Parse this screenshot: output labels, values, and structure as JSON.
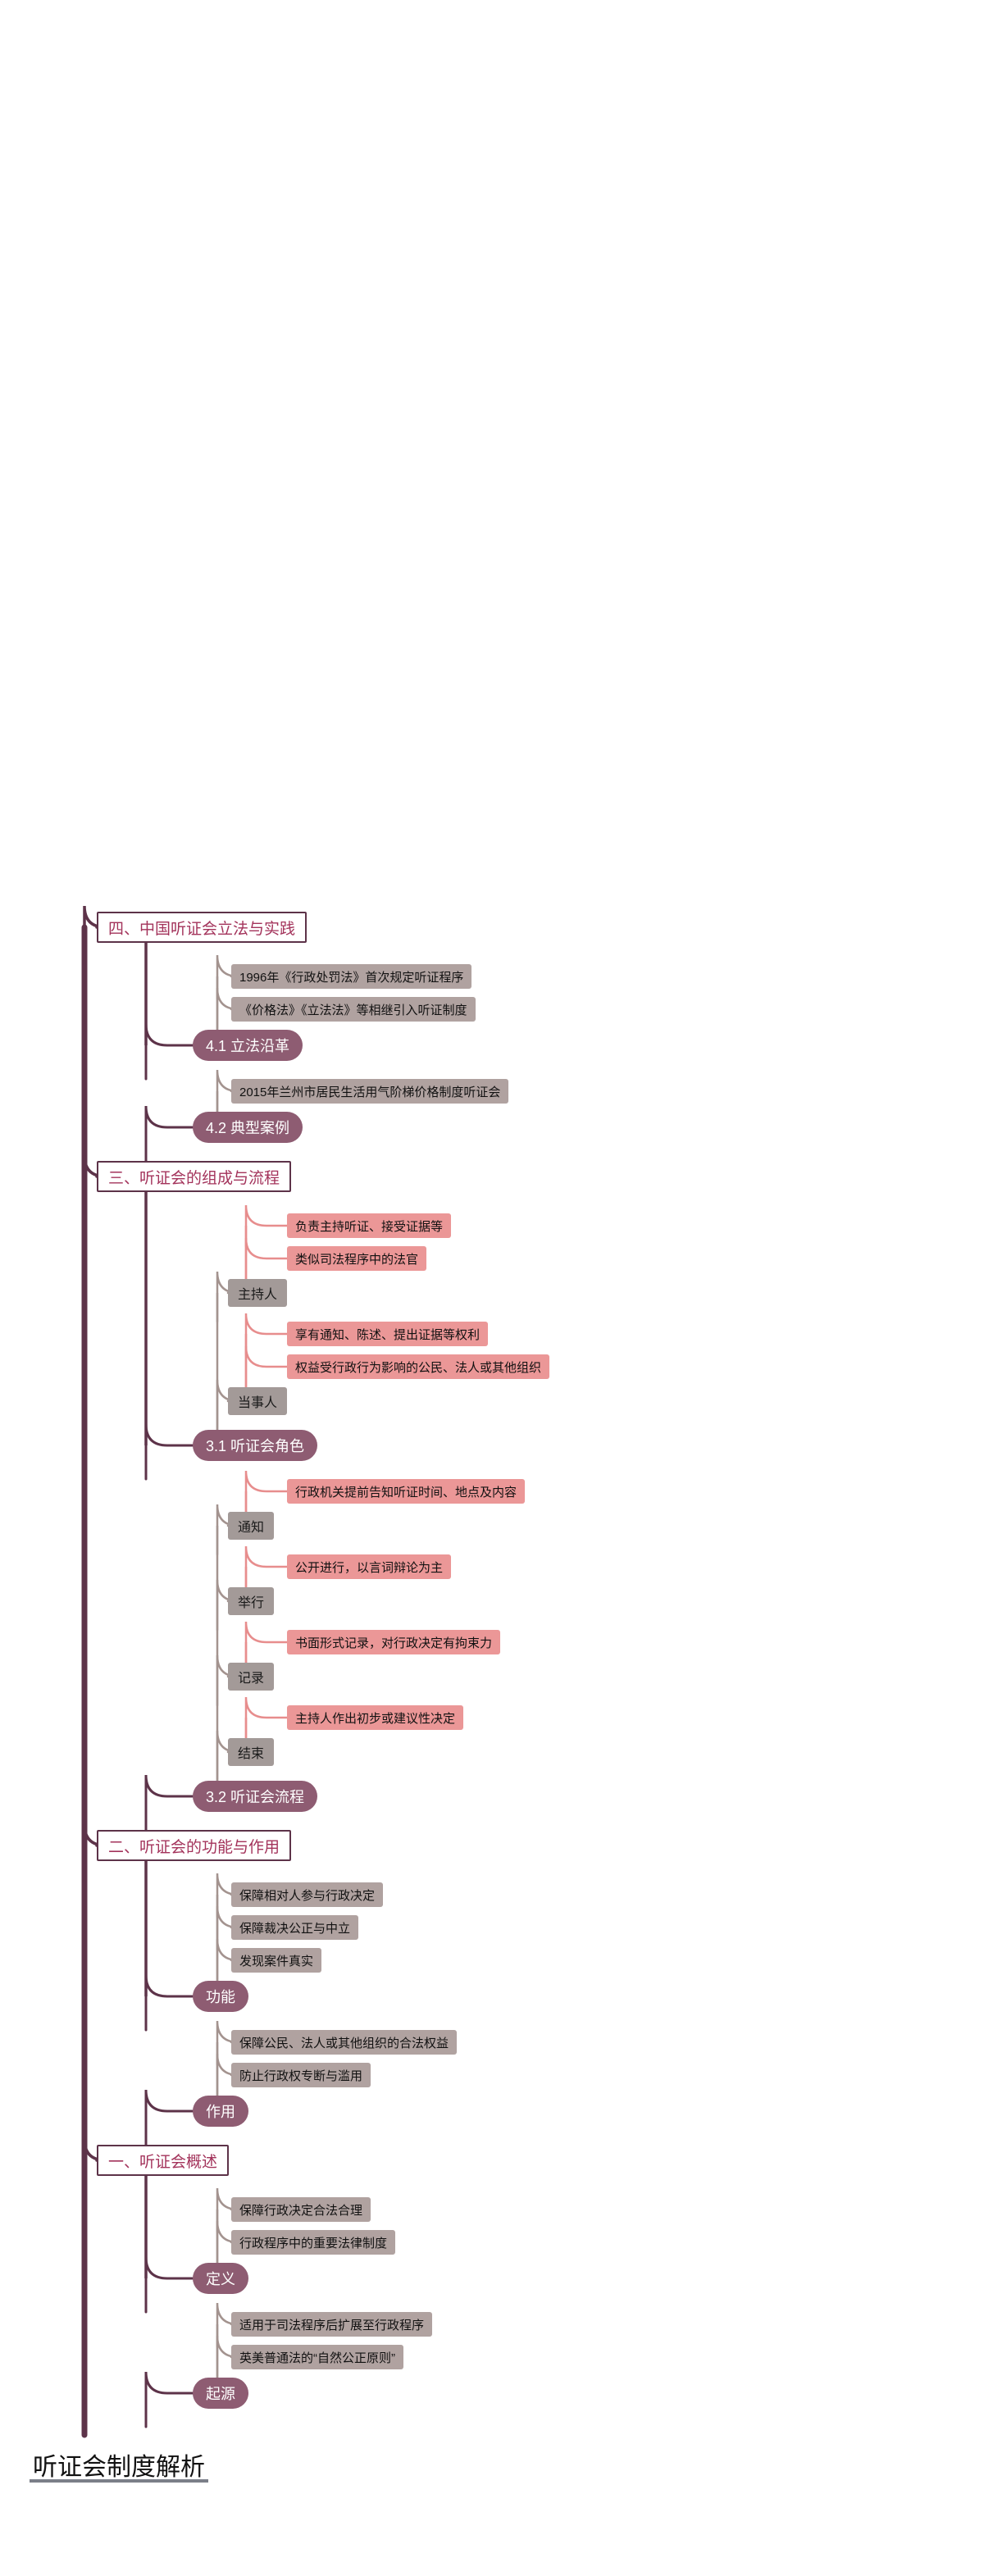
{
  "title": "听证会制度解析",
  "palette": {
    "trunk": "#5d3349",
    "section_border": "#5d3349",
    "section_text": "#a3335b",
    "pill_bg": "#8e5c72",
    "gray_bg": "#a39a98",
    "leaf_mauve_bg": "#b0a2a0",
    "leaf_pink_bg": "#eb9797",
    "link_mauve": "#a3938f",
    "link_pink": "#e78d8d",
    "title_underline": "#7b7f89",
    "background": "#ffffff"
  },
  "root": {
    "label": "听证会制度解析"
  },
  "sections": [
    {
      "label": "一、听证会概述",
      "branches": [
        {
          "label": "定义",
          "leaves": [
            "保障行政决定合法合理",
            "行政程序中的重要法律制度"
          ]
        },
        {
          "label": "起源",
          "leaves": [
            "适用于司法程序后扩展至行政程序",
            "英美普通法的“自然公正原则”"
          ]
        }
      ]
    },
    {
      "label": "二、听证会的功能与作用",
      "branches": [
        {
          "label": "功能",
          "leaves": [
            "保障相对人参与行政决定",
            "保障裁决公正与中立",
            "发现案件真实"
          ]
        },
        {
          "label": "作用",
          "leaves": [
            "保障公民、法人或其他组织的合法权益",
            "防止行政权专断与滥用"
          ]
        }
      ]
    },
    {
      "label": "三、听证会的组成与流程",
      "branches": [
        {
          "label": "3.1 听证会角色",
          "subs": [
            {
              "label": "主持人",
              "leaves": [
                "负责主持听证、接受证据等",
                "类似司法程序中的法官"
              ]
            },
            {
              "label": "当事人",
              "leaves": [
                "享有通知、陈述、提出证据等权利",
                "权益受行政行为影响的公民、法人或其他组织"
              ]
            }
          ]
        },
        {
          "label": "3.2 听证会流程",
          "subs": [
            {
              "label": "通知",
              "leaves": [
                "行政机关提前告知听证时间、地点及内容"
              ]
            },
            {
              "label": "举行",
              "leaves": [
                "公开进行，以言词辩论为主"
              ]
            },
            {
              "label": "记录",
              "leaves": [
                "书面形式记录，对行政决定有拘束力"
              ]
            },
            {
              "label": "结束",
              "leaves": [
                "主持人作出初步或建议性决定"
              ]
            }
          ]
        }
      ]
    },
    {
      "label": "四、中国听证会立法与实践",
      "branches": [
        {
          "label": "4.1 立法沿革",
          "leaves": [
            "1996年《行政处罚法》首次规定听证程序",
            "《价格法》《立法法》等相继引入听证制度"
          ]
        },
        {
          "label": "4.2 典型案例",
          "leaves": [
            "2015年兰州市居民生活用气阶梯价格制度听证会"
          ]
        }
      ]
    }
  ]
}
